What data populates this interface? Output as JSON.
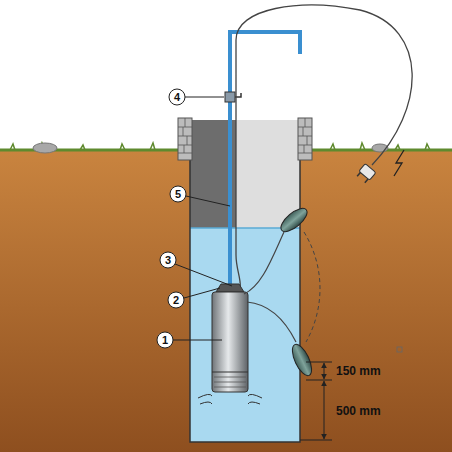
{
  "diagram": {
    "labels": [
      "4",
      "5",
      "3",
      "2",
      "1",
      "150 mm",
      "500 mm"
    ]
  }
}
